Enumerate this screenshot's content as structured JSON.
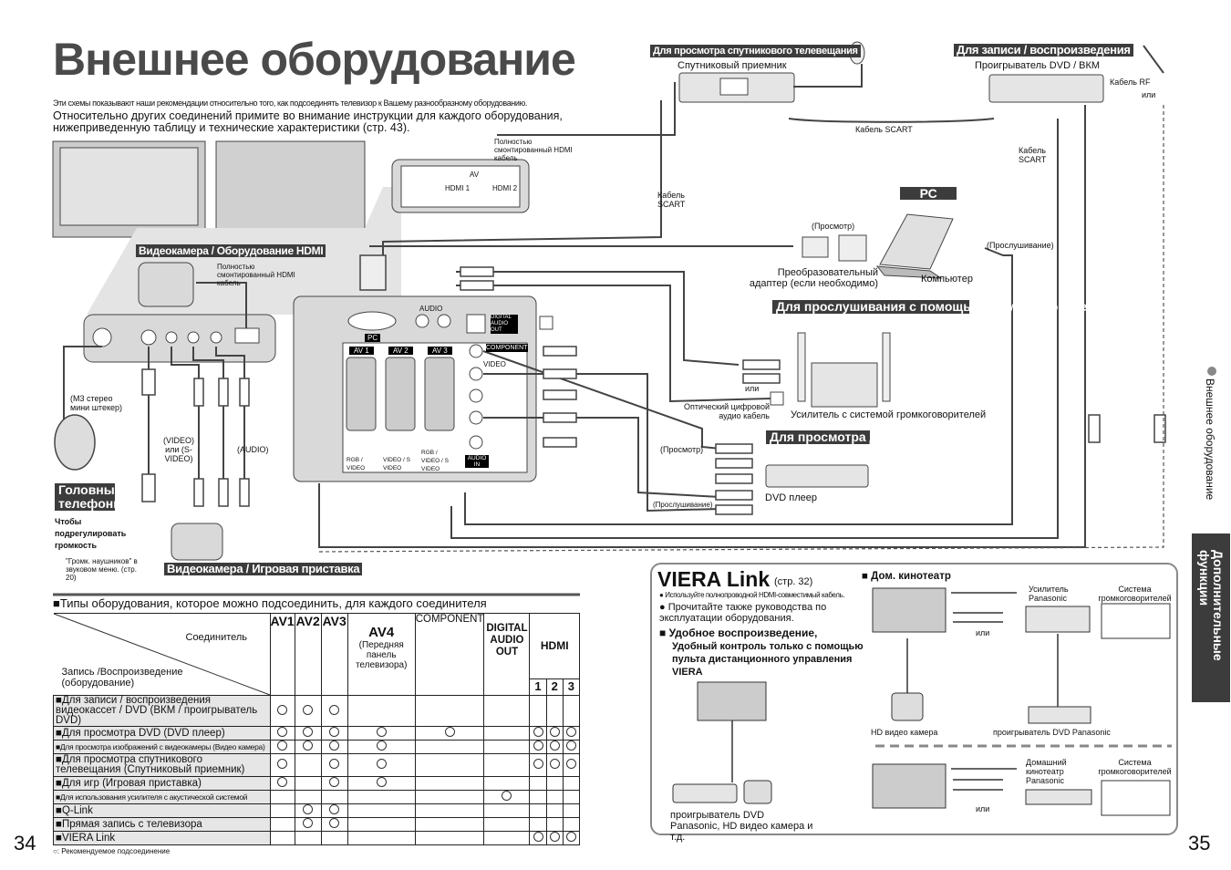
{
  "title": "Внешнее оборудование",
  "intro": {
    "small": "Эти схемы показывают наши рекомендации относительно того, как подсоединять телевизор к Вашему разнообразному оборудованию.",
    "line1": "Относительно других соединений примите во внимание инструкции для каждого оборудования,",
    "line2": "нижеприведенную таблицу и технические характеристики (стр. 43)."
  },
  "labels": {
    "hdmi_cable_top": "Полностью смонтированный HDMI кабель",
    "hdmi1": "HDMI 1",
    "hdmi2": "HDMI 2",
    "av_in": "AV",
    "cam_hdmi_tag": "Видеокамера / Оборудование HDMI",
    "cam_hdmi_cable": "Полностью смонтированный HDMI кабель",
    "m3": "(М3 стерео мини штекер)",
    "video_svideo": "(VIDEO) или (S-VIDEO)",
    "audio": "(AUDIO)",
    "headphones_tag": "Головные телефоны",
    "volume_head": "Чтобы подрегулировать громкость",
    "volume_note": "\"Громк. наушников\" в звуковом меню. (стр. 20)",
    "cam_game_tag": "Видеокамера / Игровая приставка",
    "sat_tag": "Для просмотра спутникового телевещания",
    "sat_receiver": "Спутниковый приемник",
    "rec_tag": "Для записи / воспроизведения",
    "dvd_vcr": "Проигрыватель DVD / ВКМ",
    "rf_cable": "Кабель RF",
    "or": "или",
    "scart_cable": "Кабель SCART",
    "scart_cable2": "Кабель SCART",
    "scart_cable3": "Кабель SCART",
    "pc_tag": "PC",
    "view": "(Просмотр)",
    "adapter": "Преобразовательный адаптер (если необходимо)",
    "computer": "Компьютер",
    "listen": "(Прослушивание)",
    "speakers_tag": "Для прослушивания с помощью громкоговорителей",
    "or2": "или",
    "optical": "Оптический цифровой аудио кабель",
    "amp_speakers": "Усилитель с системой громкоговорителей",
    "dvd_tag": "Для просмотра дисков DVD",
    "view2": "(Просмотр)",
    "listen2": "(Прослушивание)",
    "dvd_player": "DVD плеер",
    "panel": {
      "pc": "PC",
      "av1": "AV 1",
      "av2": "AV 2",
      "av3": "AV 3",
      "audio": "AUDIO",
      "digital": "DIGITAL AUDIO OUT",
      "component": "COMPONENT",
      "video": "VIDEO",
      "audio_in": "AUDIO IN",
      "rgb_video": "RGB / VIDEO",
      "video_svideo": "VIDEO / S VIDEO",
      "rgb_video_svideo": "RGB / VIDEO / S VIDEO"
    }
  },
  "table": {
    "heading": "Типы оборудования, которое можно подсоединить, для каждого соединителя",
    "corner_top": "Соединитель",
    "corner_bottom": "Запись /Воспроизведение (оборудование)",
    "cols": {
      "av1": "AV1",
      "av2": "AV2",
      "av3": "AV3",
      "av4": "AV4",
      "av4_sub": "(Передняя панель телевизора)",
      "component": "COMPONENT",
      "digital": "DIGITAL AUDIO OUT",
      "hdmi": "HDMI",
      "h1": "1",
      "h2": "2",
      "h3": "3"
    },
    "rows": [
      {
        "label": "Для записи / воспроизведения видеокассет / DVD (ВКМ / проигрыватель DVD)",
        "marks": [
          1,
          1,
          1,
          0,
          0,
          0,
          0,
          0,
          0
        ]
      },
      {
        "label": "Для просмотра DVD (DVD плеер)",
        "marks": [
          1,
          1,
          1,
          1,
          1,
          0,
          1,
          1,
          1
        ]
      },
      {
        "label": "Для просмотра изображений с видеокамеры (Видео камера)",
        "marks": [
          1,
          1,
          1,
          1,
          0,
          0,
          1,
          1,
          1
        ]
      },
      {
        "label": "Для просмотра спутникового телевещания (Спутниковый приемник)",
        "marks": [
          1,
          0,
          1,
          1,
          0,
          0,
          1,
          1,
          1
        ]
      },
      {
        "label": "Для игр (Игровая приставка)",
        "marks": [
          1,
          0,
          1,
          1,
          0,
          0,
          0,
          0,
          0
        ]
      },
      {
        "label": "Для использования усилителя с акустической системой",
        "marks": [
          0,
          0,
          0,
          0,
          0,
          1,
          0,
          0,
          0
        ]
      },
      {
        "label": "Q-Link",
        "marks": [
          0,
          1,
          1,
          0,
          0,
          0,
          0,
          0,
          0
        ]
      },
      {
        "label": "Прямая запись с телевизора",
        "marks": [
          0,
          1,
          1,
          0,
          0,
          0,
          0,
          0,
          0
        ]
      },
      {
        "label": "VIERA Link",
        "marks": [
          0,
          0,
          0,
          0,
          0,
          0,
          1,
          1,
          1
        ]
      }
    ],
    "legend": "○: Рекомендуемое подсоединение"
  },
  "viera": {
    "title": "VIERA Link",
    "page_ref": "(стр. 32)",
    "bullet1": "Используйте полнопроводной HDMI-совместимый кабель.",
    "bullet2": "Прочитайте также руководства по эксплуатации оборудования.",
    "easy_head": "Удобное воспроизведение,",
    "easy_sub": "Удобный контроль только с помощью пульта дистанционного управления VIERA",
    "devices_note": "проигрыватель DVD Panasonic, HD видео камера и т.д.",
    "home_theater": "Дом. кинотеатр",
    "amp": "Усилитель Panasonic",
    "speaker_sys": "Система громкоговорителей",
    "or": "или",
    "hd_cam": "HD видео камера",
    "dvd_pan": "проигрыватель DVD Panasonic",
    "home_pan": "Домашний кинотеатр Panasonic",
    "speaker_sys2": "Система громкоговорителей",
    "or2": "или"
  },
  "side": {
    "section": "Внешнее оборудование",
    "tab": "Дополнительные функции"
  },
  "page_left": "34",
  "page_right": "35",
  "colors": {
    "tag_bg": "#3c3c3c",
    "panel_bg": "#d9d9d9",
    "title": "#4a4a4a"
  }
}
